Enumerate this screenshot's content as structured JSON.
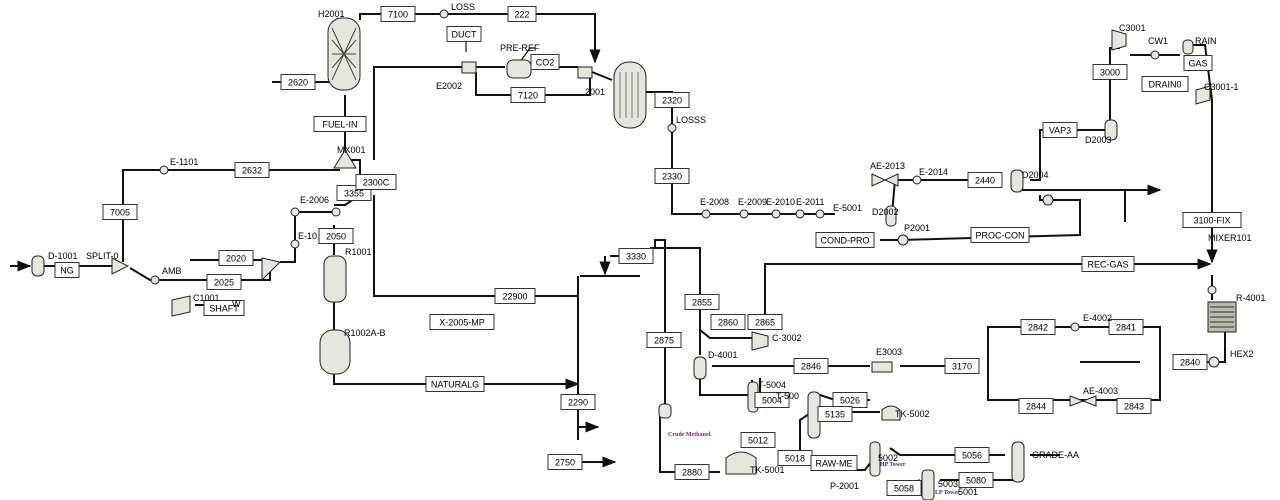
{
  "diagram": {
    "streams": [
      "7100",
      "222",
      "2620",
      "DUCT",
      "CO2",
      "7120",
      "2320",
      "FUEL-IN",
      "2632",
      "3355",
      "2300C",
      "7005",
      "2020",
      "2050",
      "2025",
      "NG",
      "SHAFT",
      "X-2005-MP",
      "22900",
      "2330",
      "3000",
      "GAS",
      "DRAIN0",
      "VAP3",
      "2440",
      "COND-PRO",
      "PROC-CON",
      "3100-FIX",
      "REC-GAS",
      "3330",
      "2855",
      "2860",
      "2865",
      "2875",
      "NATURALG",
      "2290",
      "2750",
      "2846",
      "3170",
      "2842",
      "2841",
      "2840",
      "2844",
      "2843",
      "5026",
      "5135",
      "5004",
      "5012",
      "2880",
      "5018",
      "RAW-ME",
      "5056",
      "5058",
      "5080"
    ],
    "blocks": [
      "H2001",
      "LOSS",
      "PRE-REF",
      "E2002",
      "2001",
      "LOSSS",
      "E-1101",
      "MX001",
      "E-2006",
      "E-10",
      "R1001",
      "SPLIT-0",
      "D-1001",
      "AMB",
      "C1001",
      "W",
      "R1002A-B",
      "E-2008",
      "E-2009",
      "E-2010",
      "E-2011",
      "E-5001",
      "D2002",
      "AE-2013",
      "E-2014",
      "D2004",
      "P2001",
      "C3001",
      "CW1",
      "RAIN",
      "C3001-1",
      "D2003",
      "MIXER101",
      "R-4001",
      "HEX2",
      "E-4002",
      "AE-4003",
      "E3003",
      "C-3002",
      "D-4001",
      "T-5004",
      "T-500",
      "TK-5002",
      "TK-5001",
      "P-2001",
      "GRADE-AA",
      "5002",
      "5003",
      "5001"
    ],
    "notes": [
      "Crude Methanol",
      "HP Tower",
      "LP Tower"
    ]
  }
}
